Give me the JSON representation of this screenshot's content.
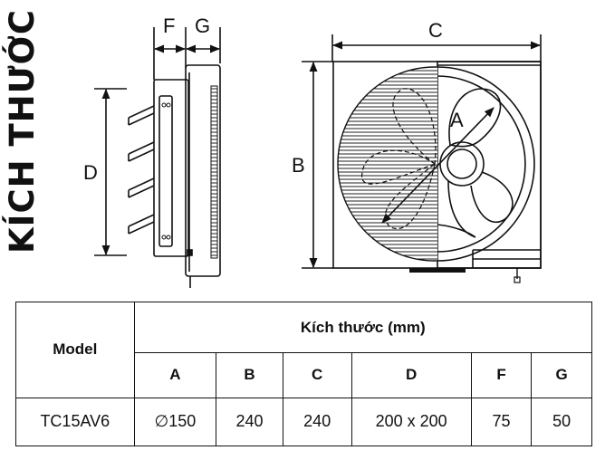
{
  "title": "KÍCH THƯỚC",
  "diagram": {
    "labels": {
      "A": "A",
      "B": "B",
      "C": "C",
      "D": "D",
      "F": "F",
      "G": "G"
    }
  },
  "table": {
    "model_header": "Model",
    "group_header": "Kích thước (mm)",
    "columns": [
      "A",
      "B",
      "C",
      "D",
      "F",
      "G"
    ],
    "rows": [
      {
        "model": "TC15AV6",
        "values": [
          "∅150",
          "240",
          "240",
          "200 x 200",
          "75",
          "50"
        ]
      }
    ]
  }
}
